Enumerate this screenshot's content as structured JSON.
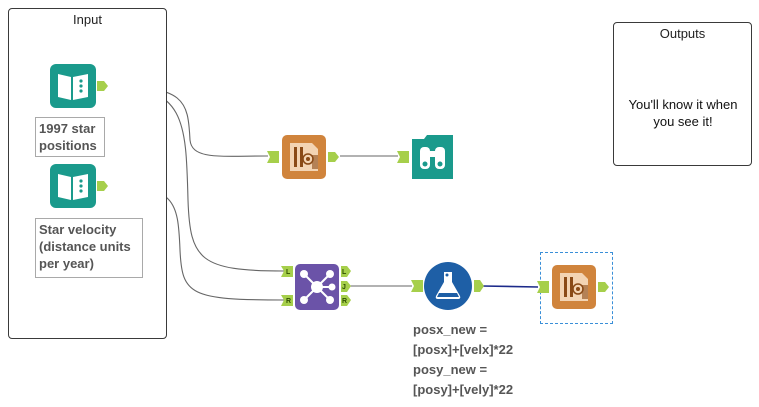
{
  "containers": {
    "input": {
      "title": "Input"
    },
    "outputs": {
      "title": "Outputs",
      "comment": "You'll know it when you see it!"
    }
  },
  "tools": {
    "input1": {
      "icon": "book-icon",
      "label": "1997 star positions"
    },
    "input2": {
      "icon": "book-icon",
      "label": "Star velocity (distance units per year)"
    },
    "select1": {
      "icon": "select-fields-icon"
    },
    "browse1": {
      "icon": "binoculars-icon"
    },
    "join1": {
      "icon": "join-icon",
      "anchors_in": [
        "L",
        "R"
      ],
      "anchors_out": [
        "L",
        "J",
        "R"
      ]
    },
    "formula1": {
      "icon": "formula-flask-icon",
      "annotation_line1": "posx_new =",
      "annotation_line2": "[posx]+[velx]*22",
      "annotation_line3": "posy_new =",
      "annotation_line4": "[posy]+[vely]*22"
    },
    "select2": {
      "icon": "select-fields-icon",
      "selected": true
    }
  },
  "colors": {
    "input_teal": "#1a9a8c",
    "select_orange": "#d0843c",
    "join_purple": "#6b53a8",
    "formula_blue": "#1e5fa6",
    "anchor_green": "#a6cf4b",
    "selection_blue": "#3a8fd8",
    "connection_gray": "#666666",
    "connection_selected": "#1c2a8a"
  }
}
